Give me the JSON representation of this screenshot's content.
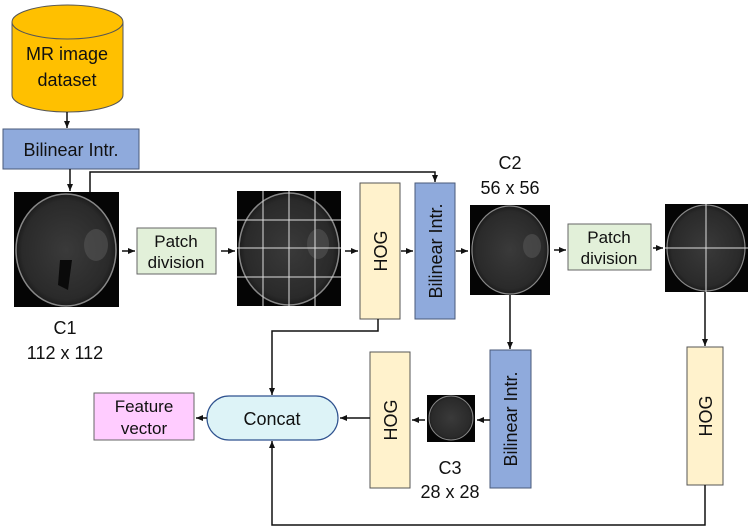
{
  "nodes": {
    "dataset": [
      "MR image",
      "dataset"
    ],
    "bilinear_top": "Bilinear Intr.",
    "patch1": [
      "Patch",
      "division"
    ],
    "hog1": "HOG",
    "bilinear_v1": "Bilinear Intr.",
    "patch2": [
      "Patch",
      "division"
    ],
    "bilinear_v2": "Bilinear Intr.",
    "hog_mid": "HOG",
    "hog_right": "HOG",
    "concat": "Concat",
    "feature": [
      "Feature",
      "vector"
    ]
  },
  "labels": {
    "c1": [
      "C1",
      "112 x 112"
    ],
    "c2": [
      "C2",
      "56 x 56"
    ],
    "c3": [
      "C3",
      "28 x 28"
    ]
  },
  "colors": {
    "dataset": "#FFC000",
    "bilinear": "#8FAADC",
    "patch": "#E2F0D9",
    "hog": "#FFF2CC",
    "concat": "#DDF3F7",
    "feature": "#FFCCFF"
  }
}
